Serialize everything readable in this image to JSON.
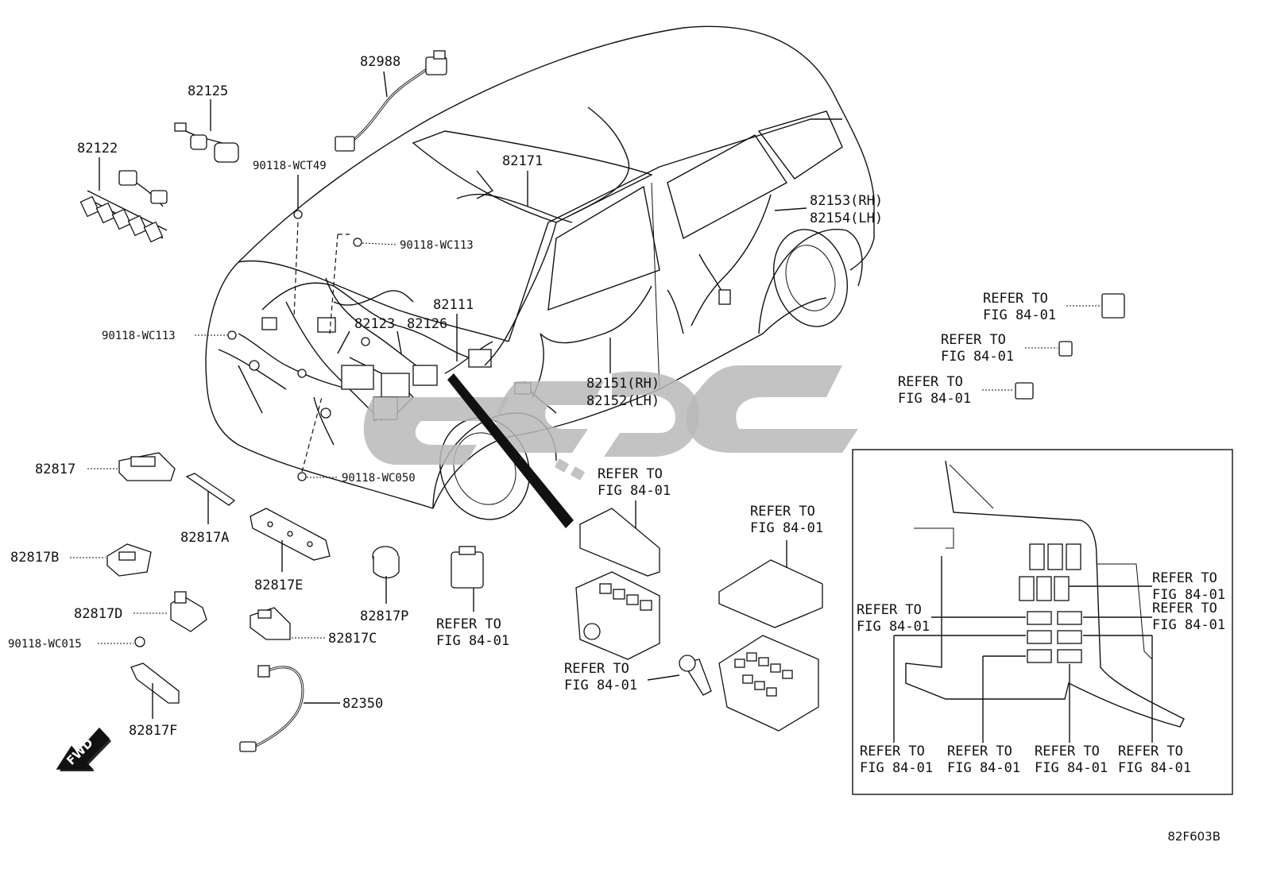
{
  "diagram_id": "82F603B",
  "direction_badge": "FWD",
  "parts": {
    "p82988": "82988",
    "p82125": "82125",
    "p82122": "82122",
    "p90118_wct49": "90118-WCT49",
    "p82171": "82171",
    "p82153": "82153(RH)",
    "p82154": "82154(LH)",
    "p90118_wc113_a": "90118-WC113",
    "p90118_wc113_b": "90118-WC113",
    "p82111": "82111",
    "p82123": "82123",
    "p82126": "82126",
    "p82151": "82151(RH)",
    "p82152": "82152(LH)",
    "p82817": "82817",
    "p90118_wc050": "90118-WC050",
    "p82817a": "82817A",
    "p82817b": "82817B",
    "p82817e": "82817E",
    "p82817d": "82817D",
    "p82817p": "82817P",
    "p82817c": "82817C",
    "p90118_wc015": "90118-WC015",
    "p82350": "82350",
    "p82817f": "82817F"
  },
  "refer": {
    "line1": "REFER TO",
    "line2": "FIG 84-01"
  }
}
